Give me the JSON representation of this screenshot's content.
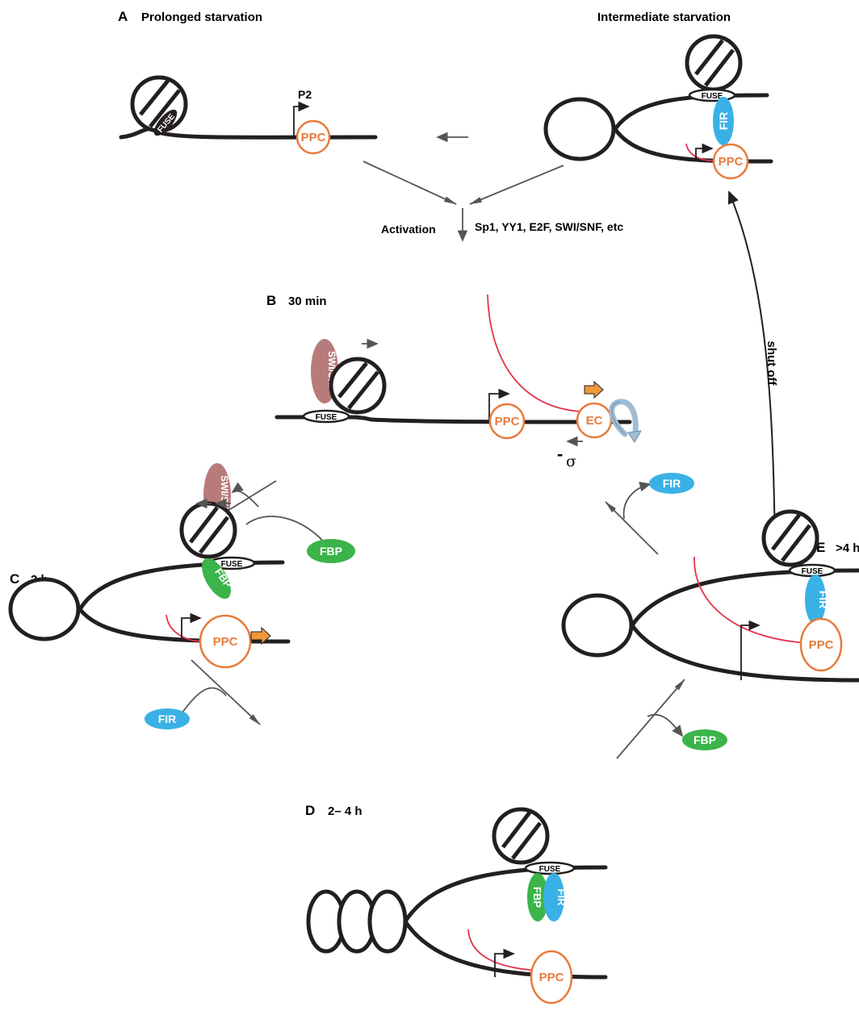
{
  "panels": {
    "a": {
      "letter": "A",
      "title": "Prolonged starvation"
    },
    "a2": {
      "title": "Intermediate starvation"
    },
    "b": {
      "letter": "B",
      "title": "30 min"
    },
    "c": {
      "letter": "C",
      "title": "2 h"
    },
    "d": {
      "letter": "D",
      "title": "2– 4 h"
    },
    "e": {
      "letter": "E",
      "title": ">4 h"
    }
  },
  "labels": {
    "p2": "P2",
    "activation": "Activation",
    "factors": "Sp1, YY1, E2F, SWI/SNF, etc",
    "shut_off": "shut off",
    "sigma_dash": "-",
    "sigma": "σ"
  },
  "elements": {
    "fuse": "FUSE",
    "ppc": "PPC",
    "ec": "EC",
    "fir": "FIR",
    "fbp": "FBP",
    "swi_snf": "SWI/SNF"
  },
  "colors": {
    "dna": "#231f20",
    "ppc": "#e87b3c",
    "rna": "#e2344c",
    "fir": "#3ab1e6",
    "fbp": "#3bb44a",
    "swi_snf": "#b77b7b",
    "direction_arrow": "#f0963c",
    "supercoil_arrow": "#9fbcd3"
  }
}
